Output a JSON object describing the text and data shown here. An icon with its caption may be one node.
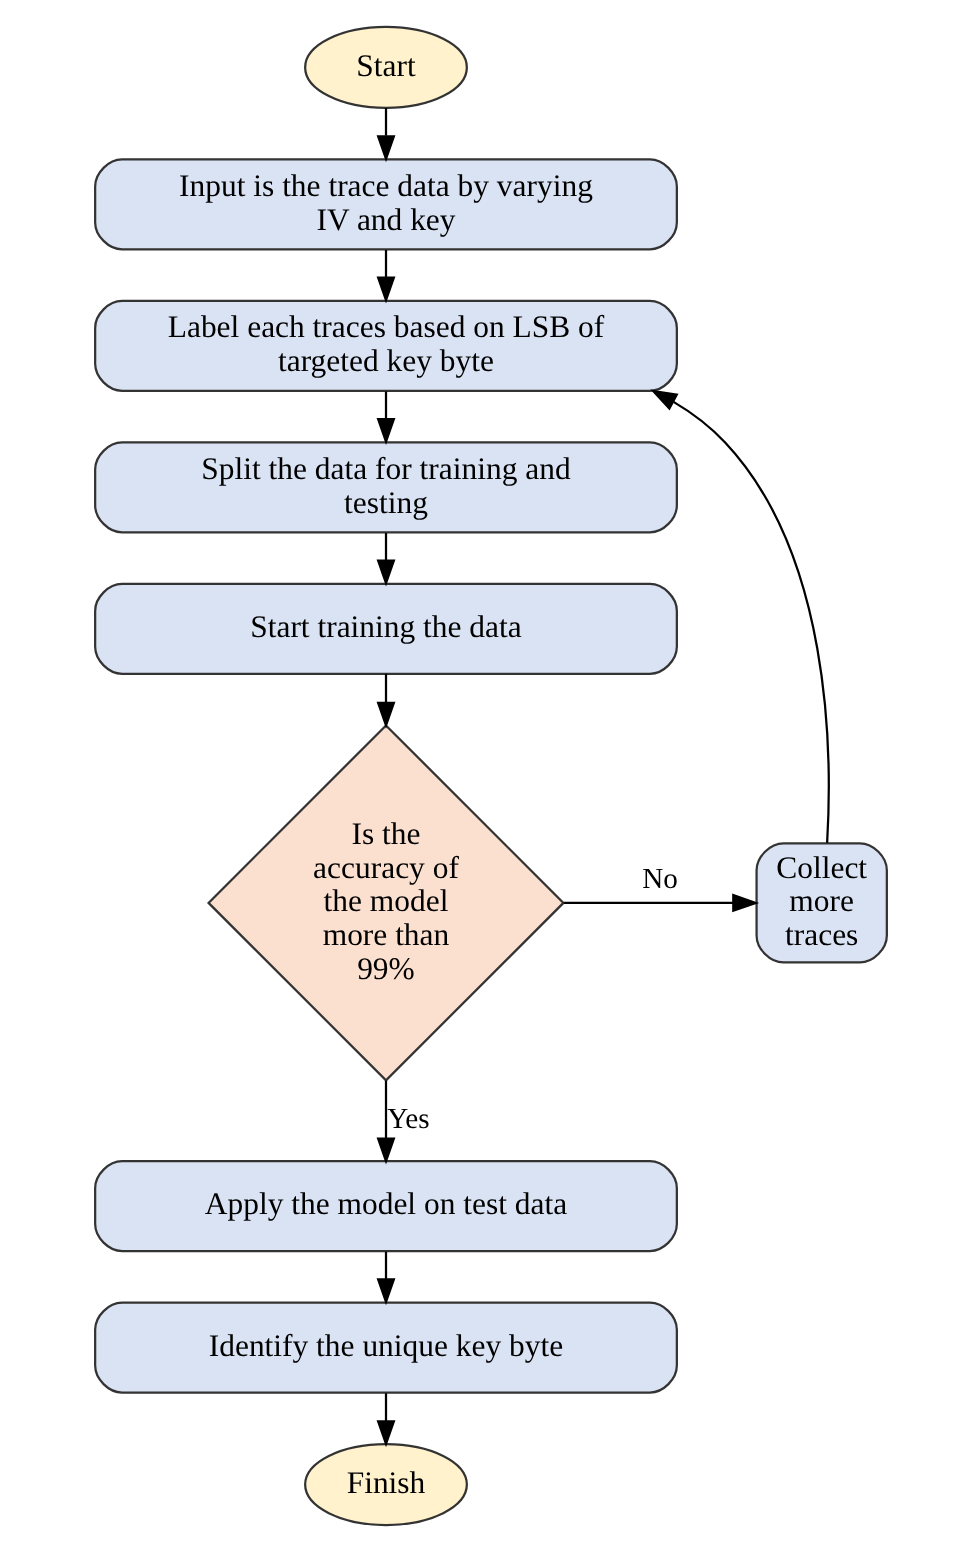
{
  "diagram": {
    "nodes": [
      {
        "text": [
          "Start"
        ]
      },
      {
        "text": [
          "Input is the trace data by varying IV and key"
        ]
      },
      {
        "text": [
          "Label each traces based on LSB of targeted key byte"
        ]
      },
      {
        "text": [
          "Split the data for training and testing"
        ]
      },
      {
        "text": [
          "Start training the data"
        ]
      },
      {
        "text": [
          "Is the accuracy of the model more than 99%"
        ]
      },
      {
        "text": [
          "Collect more traces"
        ]
      },
      {
        "text": [
          "Apply the model on test data"
        ]
      },
      {
        "text": [
          "Identify the unique key byte"
        ]
      },
      {
        "text": [
          "Finish"
        ]
      }
    ],
    "edges": [
      {
        "from": 0,
        "to": 1,
        "arrow": "to"
      },
      {
        "from": 1,
        "to": 2,
        "arrow": "to"
      },
      {
        "from": 2,
        "to": 3,
        "arrow": "to"
      },
      {
        "from": 3,
        "to": 4,
        "arrow": "to"
      },
      {
        "from": 4,
        "to": 5,
        "arrow": "to"
      },
      {
        "from": 5,
        "to": 6,
        "arrow": "to",
        "label": "No"
      },
      {
        "from": 6,
        "to": 2,
        "arrow": "to"
      },
      {
        "from": 5,
        "to": 7,
        "arrow": "to",
        "label": "Yes"
      },
      {
        "from": 7,
        "to": 8,
        "arrow": "to"
      },
      {
        "from": 8,
        "to": 9,
        "arrow": "to"
      }
    ]
  }
}
